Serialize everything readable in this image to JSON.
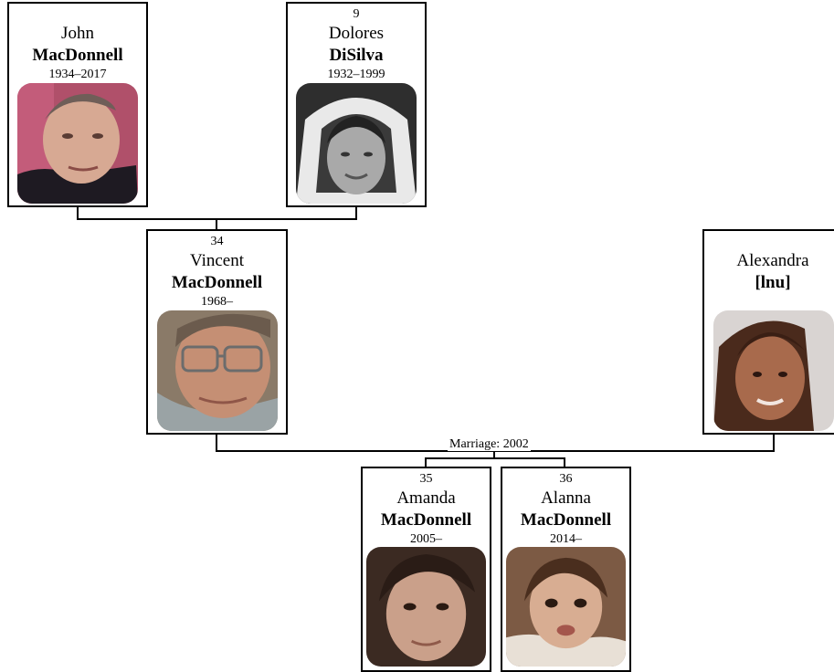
{
  "people": {
    "john": {
      "number": "",
      "given": "John",
      "surname": "MacDonnell",
      "dates": "1934–2017",
      "photo": "portrait-photo"
    },
    "dolores": {
      "number": "9",
      "given": "Dolores",
      "surname": "DiSilva",
      "dates": "1932–1999",
      "photo": "portrait-photo"
    },
    "vincent": {
      "number": "34",
      "given": "Vincent",
      "surname": "MacDonnell",
      "dates": "1968–",
      "photo": "portrait-photo"
    },
    "alexandra": {
      "number": "",
      "given": "Alexandra",
      "surname": "[lnu]",
      "dates": "",
      "photo": "portrait-photo"
    },
    "amanda": {
      "number": "35",
      "given": "Amanda",
      "surname": "MacDonnell",
      "dates": "2005–",
      "photo": "portrait-photo"
    },
    "alanna": {
      "number": "36",
      "given": "Alanna",
      "surname": "MacDonnell",
      "dates": "2014–",
      "photo": "portrait-photo"
    }
  },
  "marriage": {
    "label": "Marriage: 2002"
  }
}
